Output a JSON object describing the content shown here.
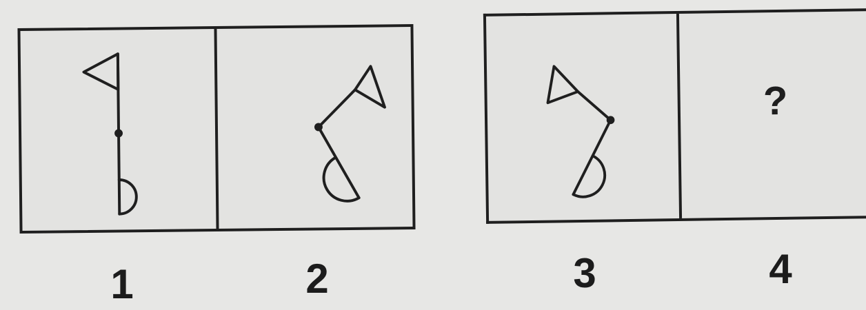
{
  "panels": [
    {
      "number": "1",
      "content": "figure"
    },
    {
      "number": "2",
      "content": "figure"
    },
    {
      "number": "3",
      "content": "figure"
    },
    {
      "number": "4",
      "content": "?"
    }
  ],
  "colors": {
    "background": "#e7e7e5",
    "ink": "#1f1f1f"
  }
}
